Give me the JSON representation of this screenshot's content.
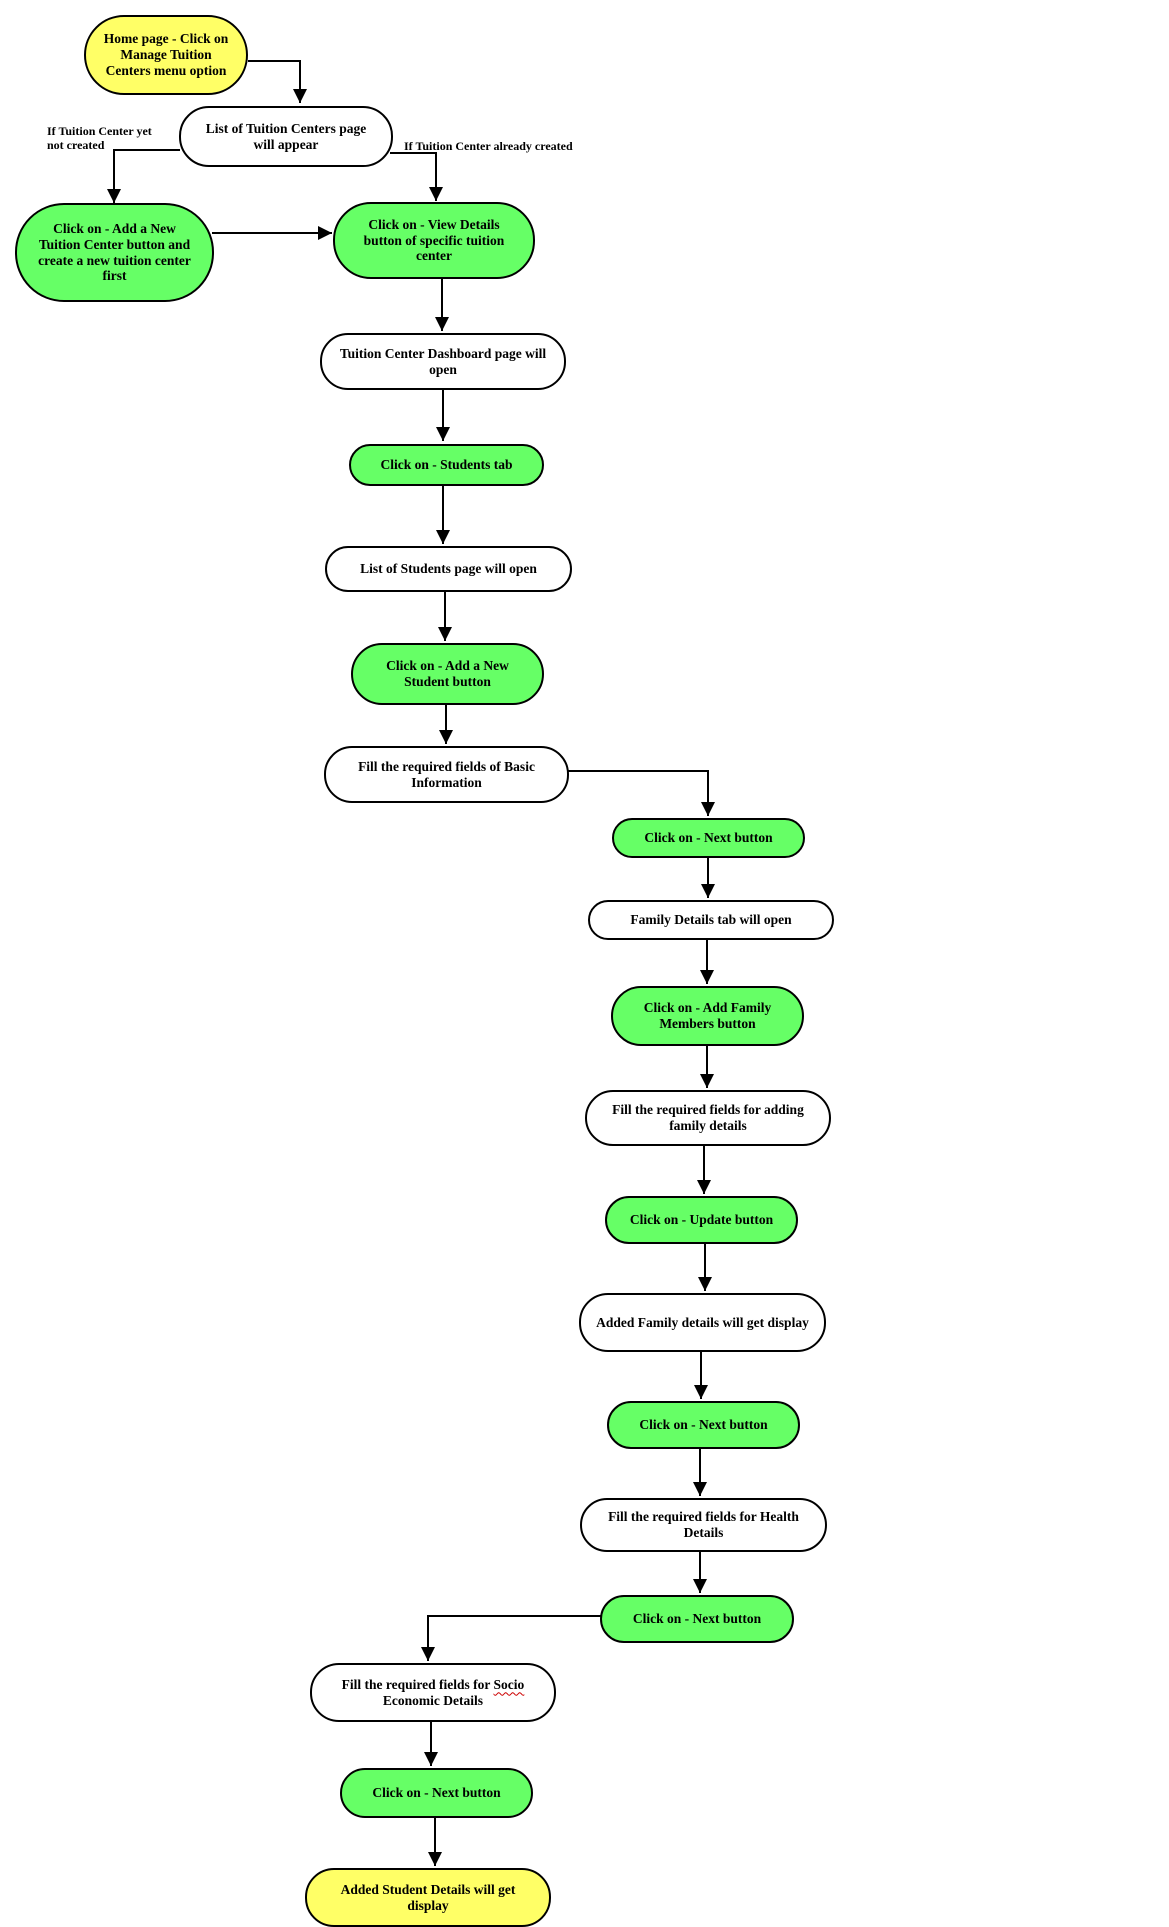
{
  "colors": {
    "action": "#66ff66",
    "terminal": "#ffff66",
    "page": "#ffffff",
    "line": "#000000"
  },
  "nodes": {
    "n1": "Home page - Click on Manage Tuition Centers menu option",
    "n2": "List of Tuition Centers page will appear",
    "n3": "Click on - Add a New Tuition Center button and create a new tuition center first",
    "n4": "Click on - View Details button of specific tuition center",
    "n5": "Tuition Center Dashboard page will open",
    "n6": "Click on - Students tab",
    "n7": "List of Students page will open",
    "n8": "Click on - Add a New Student button",
    "n9": "Fill the  required fields of Basic Information",
    "n10": "Click on - Next button",
    "n11": "Family Details tab will open",
    "n12": "Click on - Add Family Members button",
    "n13": "Fill the required fields for adding family details",
    "n14": "Click on - Update button",
    "n15": "Added Family details will get display",
    "n16": "Click on - Next button",
    "n17": "Fill the required fields for Health Details",
    "n18": "Click on - Next button",
    "n19a": "Fill the required fields for",
    "n19b": "Socio",
    "n19c": "Economic Details",
    "n20": "Click on - Next button",
    "n21": "Added Student Details will get display"
  },
  "notes": {
    "not_created": "If Tuition Center yet  not created",
    "already_created": "If Tuition Center already  created"
  }
}
